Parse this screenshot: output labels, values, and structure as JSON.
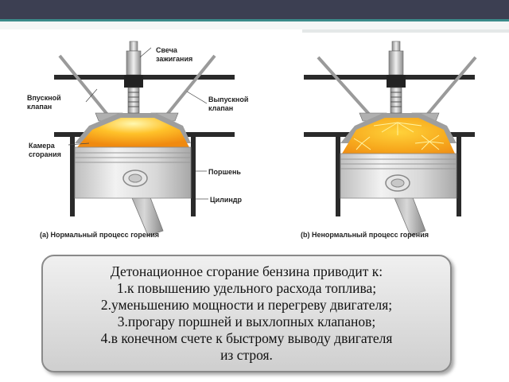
{
  "labels": {
    "spark_plug_line1": "Свеча",
    "spark_plug_line2": "зажигания",
    "intake_valve_line1": "Впускной",
    "intake_valve_line2": "клапан",
    "exhaust_valve_line1": "Выпускной",
    "exhaust_valve_line2": "клапан",
    "chamber_line1": "Камера",
    "chamber_line2": "сгорания",
    "piston": "Поршень",
    "cylinder": "Цилиндр"
  },
  "captions": {
    "a": "(a)  Нормальный процесс горения",
    "b": "(b)  Ненормальный процесс горения"
  },
  "textbox": {
    "line1": "Детонационное сгорание бензина приводит к:",
    "line2": "1.к повышению удельного расхода топлива;",
    "line3": "2.уменьшению мощности и перегреву двигателя;",
    "line4": "3.прогару поршней и выхлопных клапанов;",
    "line5": "4.в конечном счете к быстрому выводу двигателя",
    "line6": "из строя."
  },
  "colors": {
    "header": "#3c3f52",
    "accent": "#3b8a8a",
    "flame": "#f5a11a",
    "flame_core": "#fff3a0"
  }
}
